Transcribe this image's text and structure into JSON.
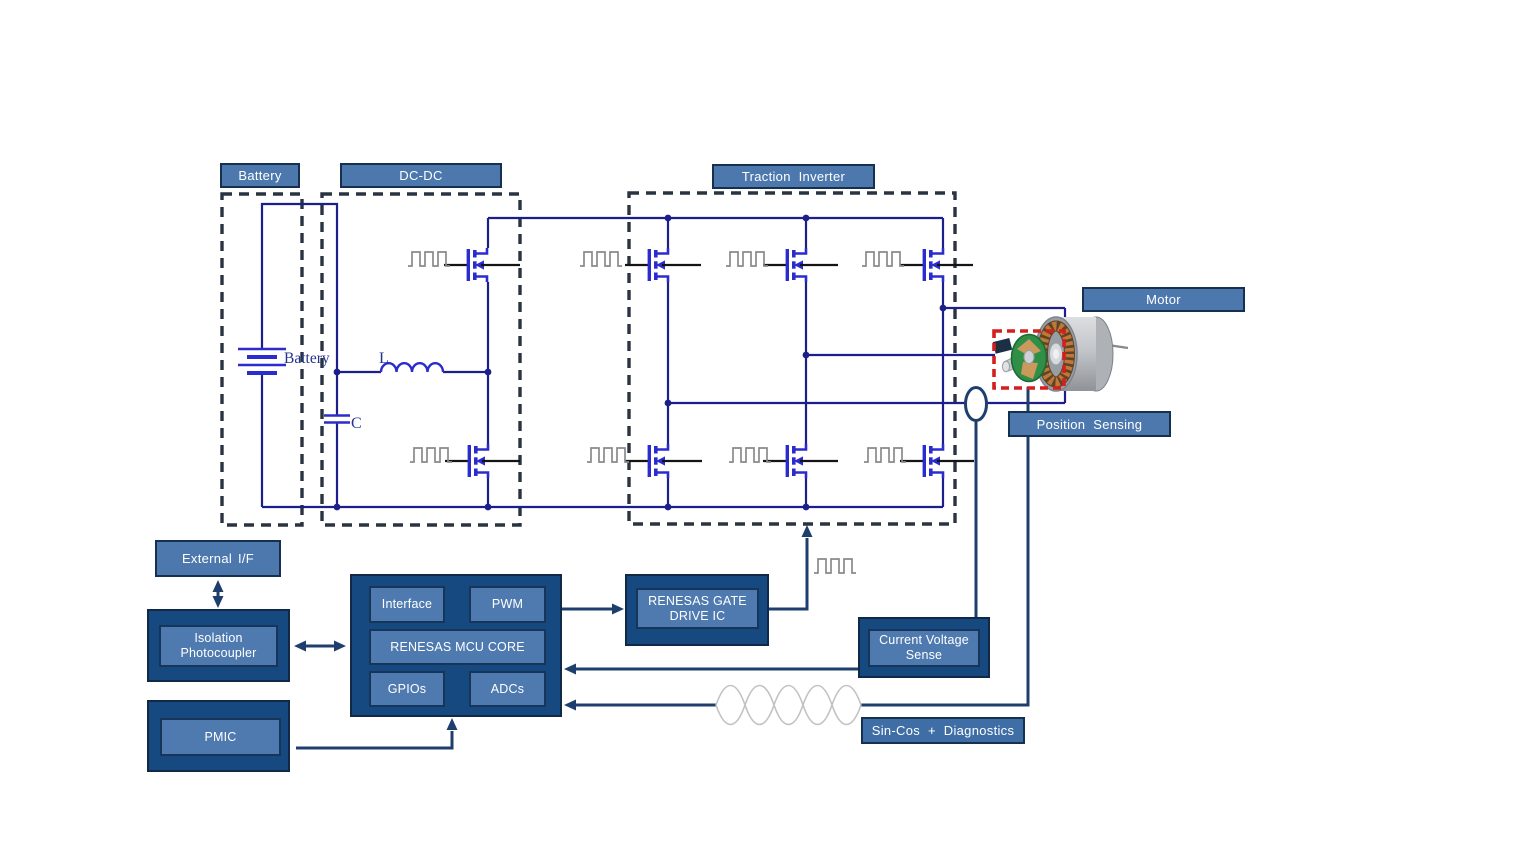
{
  "sections": {
    "battery": "Battery",
    "dcdc": "DC-DC",
    "traction_inverter": "Traction Inverter",
    "motor": "Motor",
    "position_sensing": "Position Sensing",
    "sincos_diagnostics": "Sin-Cos + Diagnostics"
  },
  "circuit": {
    "battery_label": "Battery",
    "inductor_label": "L",
    "capacitor_label": "C"
  },
  "blocks": {
    "external_if": "External I/F",
    "isolation_photocoupler": "Isolation Photocoupler",
    "pmic": "PMIC",
    "mcu": {
      "interface": "Interface",
      "pwm": "PWM",
      "core": "RENESAS MCU CORE",
      "gpios": "GPIOs",
      "adcs": "ADCs"
    },
    "gate_drive": "RENESAS GATE DRIVE IC",
    "current_voltage_sense": "Current Voltage Sense"
  },
  "icons": {
    "pwm_signal": "square-wave-icon",
    "sincos_signal": "sine-waves-icon",
    "current_sensor": "current-sensor-loop-icon",
    "motor": "motor-3d-illustration"
  },
  "colors": {
    "label_box_fill": "#4c78ad",
    "dark_block_fill": "#15497f",
    "inner_block_fill": "#4e7ab0",
    "dark_border": "#112944",
    "wire_blue": "#1c1f8a",
    "device_blue": "#2a2ccd",
    "arrow_navy": "#1e3f6e",
    "dashed_outline": "#2a3340",
    "sensor_outline_red": "#d41f1f",
    "waveform_gray": "#8a8a8a",
    "sine_gray": "#c2c2c2"
  }
}
